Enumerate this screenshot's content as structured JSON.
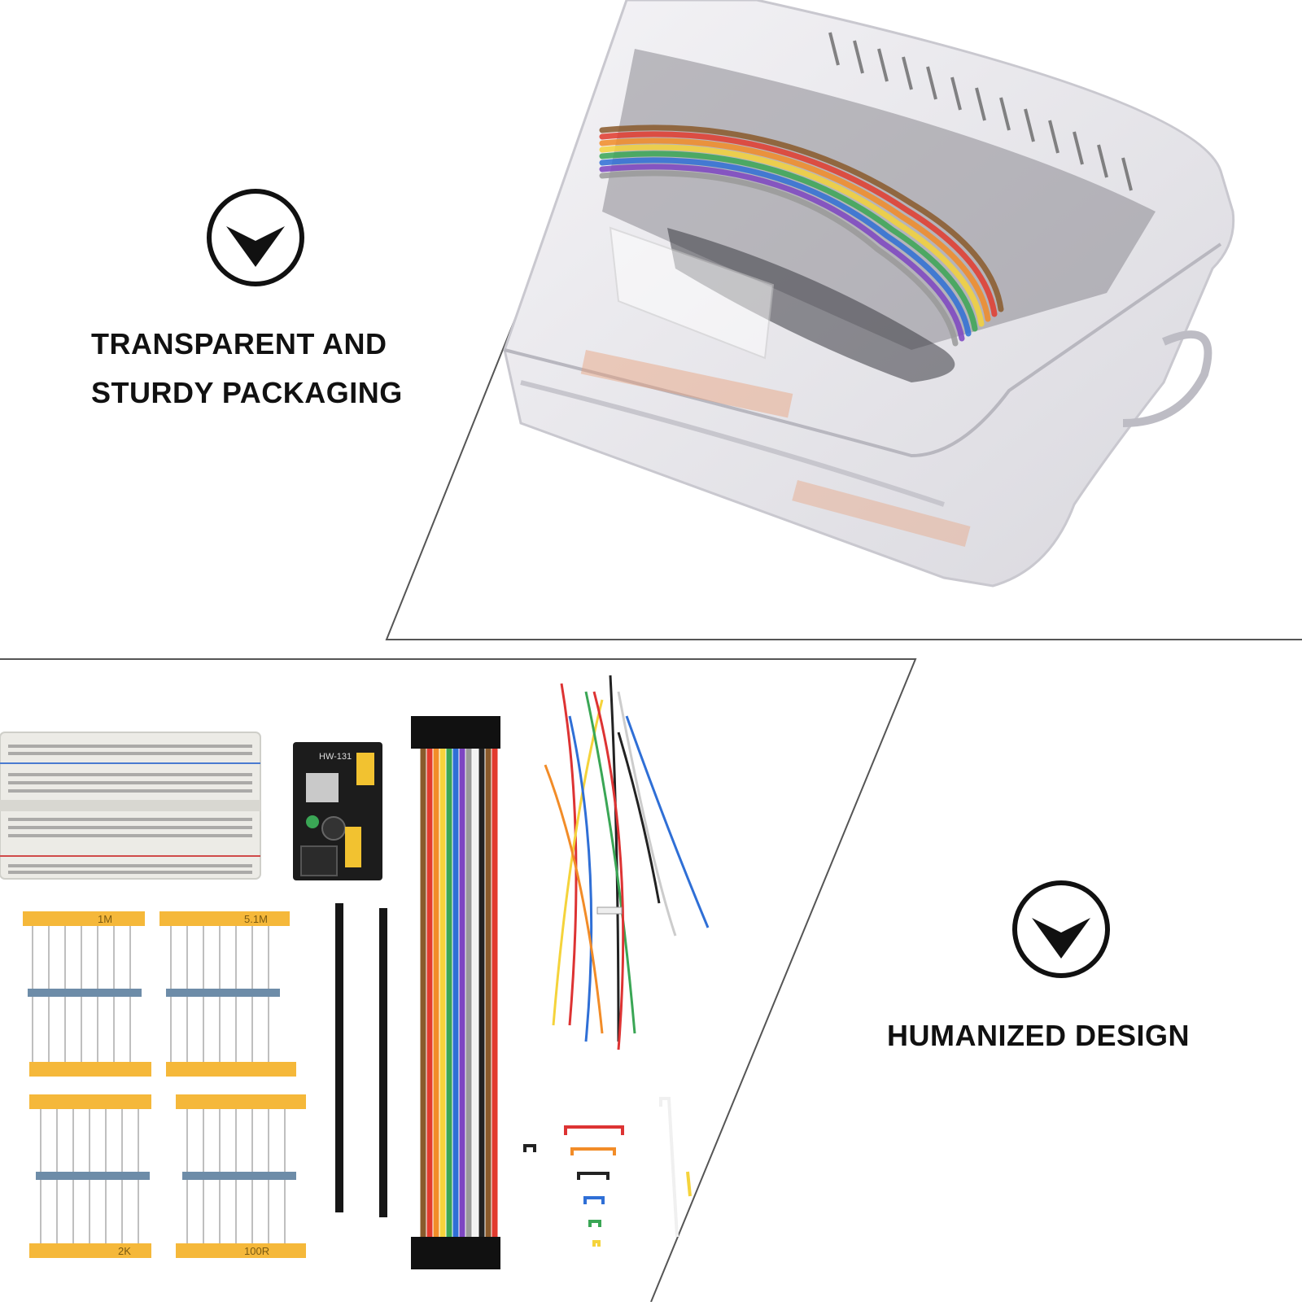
{
  "sections": [
    {
      "id": "packaging",
      "headline_lines": [
        "TRANSPARENT AND",
        "STURDY PACKAGING"
      ],
      "badge_icon": "chevron-down-circle-icon",
      "photo_subject": "transparent plastic storage box"
    },
    {
      "id": "design",
      "headline_lines": [
        "HUMANIZED DESIGN"
      ],
      "badge_icon": "chevron-down-circle-icon",
      "photo_subject": "electronics starter kit components"
    }
  ],
  "kit_labels": {
    "power_module": "HW-131",
    "resistor_tapes": [
      "1M",
      "5.1M",
      "2K",
      "100R"
    ]
  },
  "colors": {
    "text": "#111111",
    "frame_line": "#555555",
    "ribbon": [
      "#8a5a2b",
      "#e23b2e",
      "#f28c28",
      "#f5d33b",
      "#3aa655",
      "#2f6fd6",
      "#7d45c2",
      "#9a9a9a",
      "#f2f2f2",
      "#222222"
    ],
    "tape": "#f5b83a"
  }
}
